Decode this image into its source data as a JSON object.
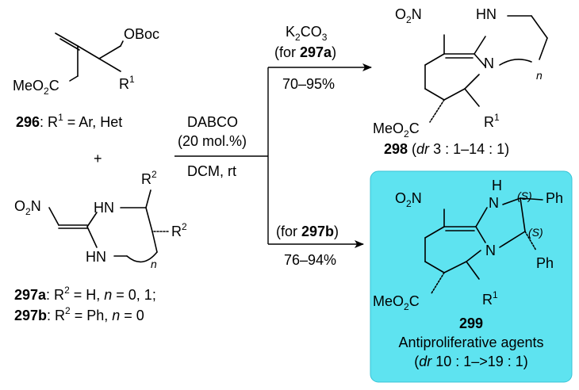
{
  "colors": {
    "highlight_bg": "#5ee3f0",
    "highlight_edge": "#38c3d6",
    "ink": "#000000"
  },
  "reactant_296": {
    "groups": {
      "oboc": "OBoc",
      "meo2c": "MeO",
      "meo2c_sub": "2",
      "meo2c_c": "C",
      "r": "R",
      "r_sup": "1"
    },
    "caption": {
      "num": "296",
      "text": ": R",
      "sup": "1",
      "rest": " = Ar, Het"
    }
  },
  "plus": "+",
  "reactant_297": {
    "groups": {
      "o2n_o": "O",
      "o2n_sub": "2",
      "o2n_n": "N",
      "hn_top": "HN",
      "hn_bottom": "HN",
      "r2_top": "R",
      "r2_top_sup": "2",
      "r2_right": "R",
      "r2_right_sup": "2",
      "n_sub": "n"
    },
    "caption_a": {
      "num": "297a",
      "text": ": R",
      "sup": "2",
      "rest": " = H, ",
      "n": "n",
      "rest2": " = 0, 1;"
    },
    "caption_b": {
      "num": "297b",
      "text": ": R",
      "sup": "2",
      "rest": " = Ph, ",
      "n": "n",
      "rest2": " = 0"
    }
  },
  "conditions_main": {
    "catalyst": "DABCO",
    "loading": "(20 mol.%)",
    "solvent": "DCM, rt"
  },
  "upper_arrow": {
    "reagent_k": "K",
    "reagent_sub": "2",
    "reagent_co": "CO",
    "reagent_sub2": "3",
    "for_open": "(for ",
    "for_num": "297a",
    "for_close": ")",
    "yield": "70–95%"
  },
  "lower_arrow": {
    "for_open": "(for ",
    "for_num": "297b",
    "for_close": ")",
    "yield": "76–94%"
  },
  "product_298": {
    "groups": {
      "o2n_o": "O",
      "o2n_sub": "2",
      "o2n_n": "N",
      "hn": "HN",
      "n": "N",
      "n_sub": "n",
      "meo2c": "MeO",
      "meo2c_sub": "2",
      "meo2c_c": "C",
      "r": "R",
      "r_sup": "1"
    },
    "caption": {
      "num": "298",
      "open": " (",
      "dr": "dr",
      "ratio": " 3 : 1–14 : 1)"
    }
  },
  "product_299": {
    "groups": {
      "o2n_o": "O",
      "o2n_sub": "2",
      "o2n_n": "N",
      "h": "H",
      "n_top": "N",
      "n_ring": "N",
      "s1": "(S)",
      "s2": "(S)",
      "ph1": "Ph",
      "ph2": "Ph",
      "meo2c": "MeO",
      "meo2c_sub": "2",
      "meo2c_c": "C",
      "r": "R",
      "r_sup": "1"
    },
    "caption": {
      "num": "299",
      "activity": "Antiproliferative agents",
      "open": "(",
      "dr": "dr",
      "ratio": " 10 : 1–>19 : 1)"
    }
  }
}
